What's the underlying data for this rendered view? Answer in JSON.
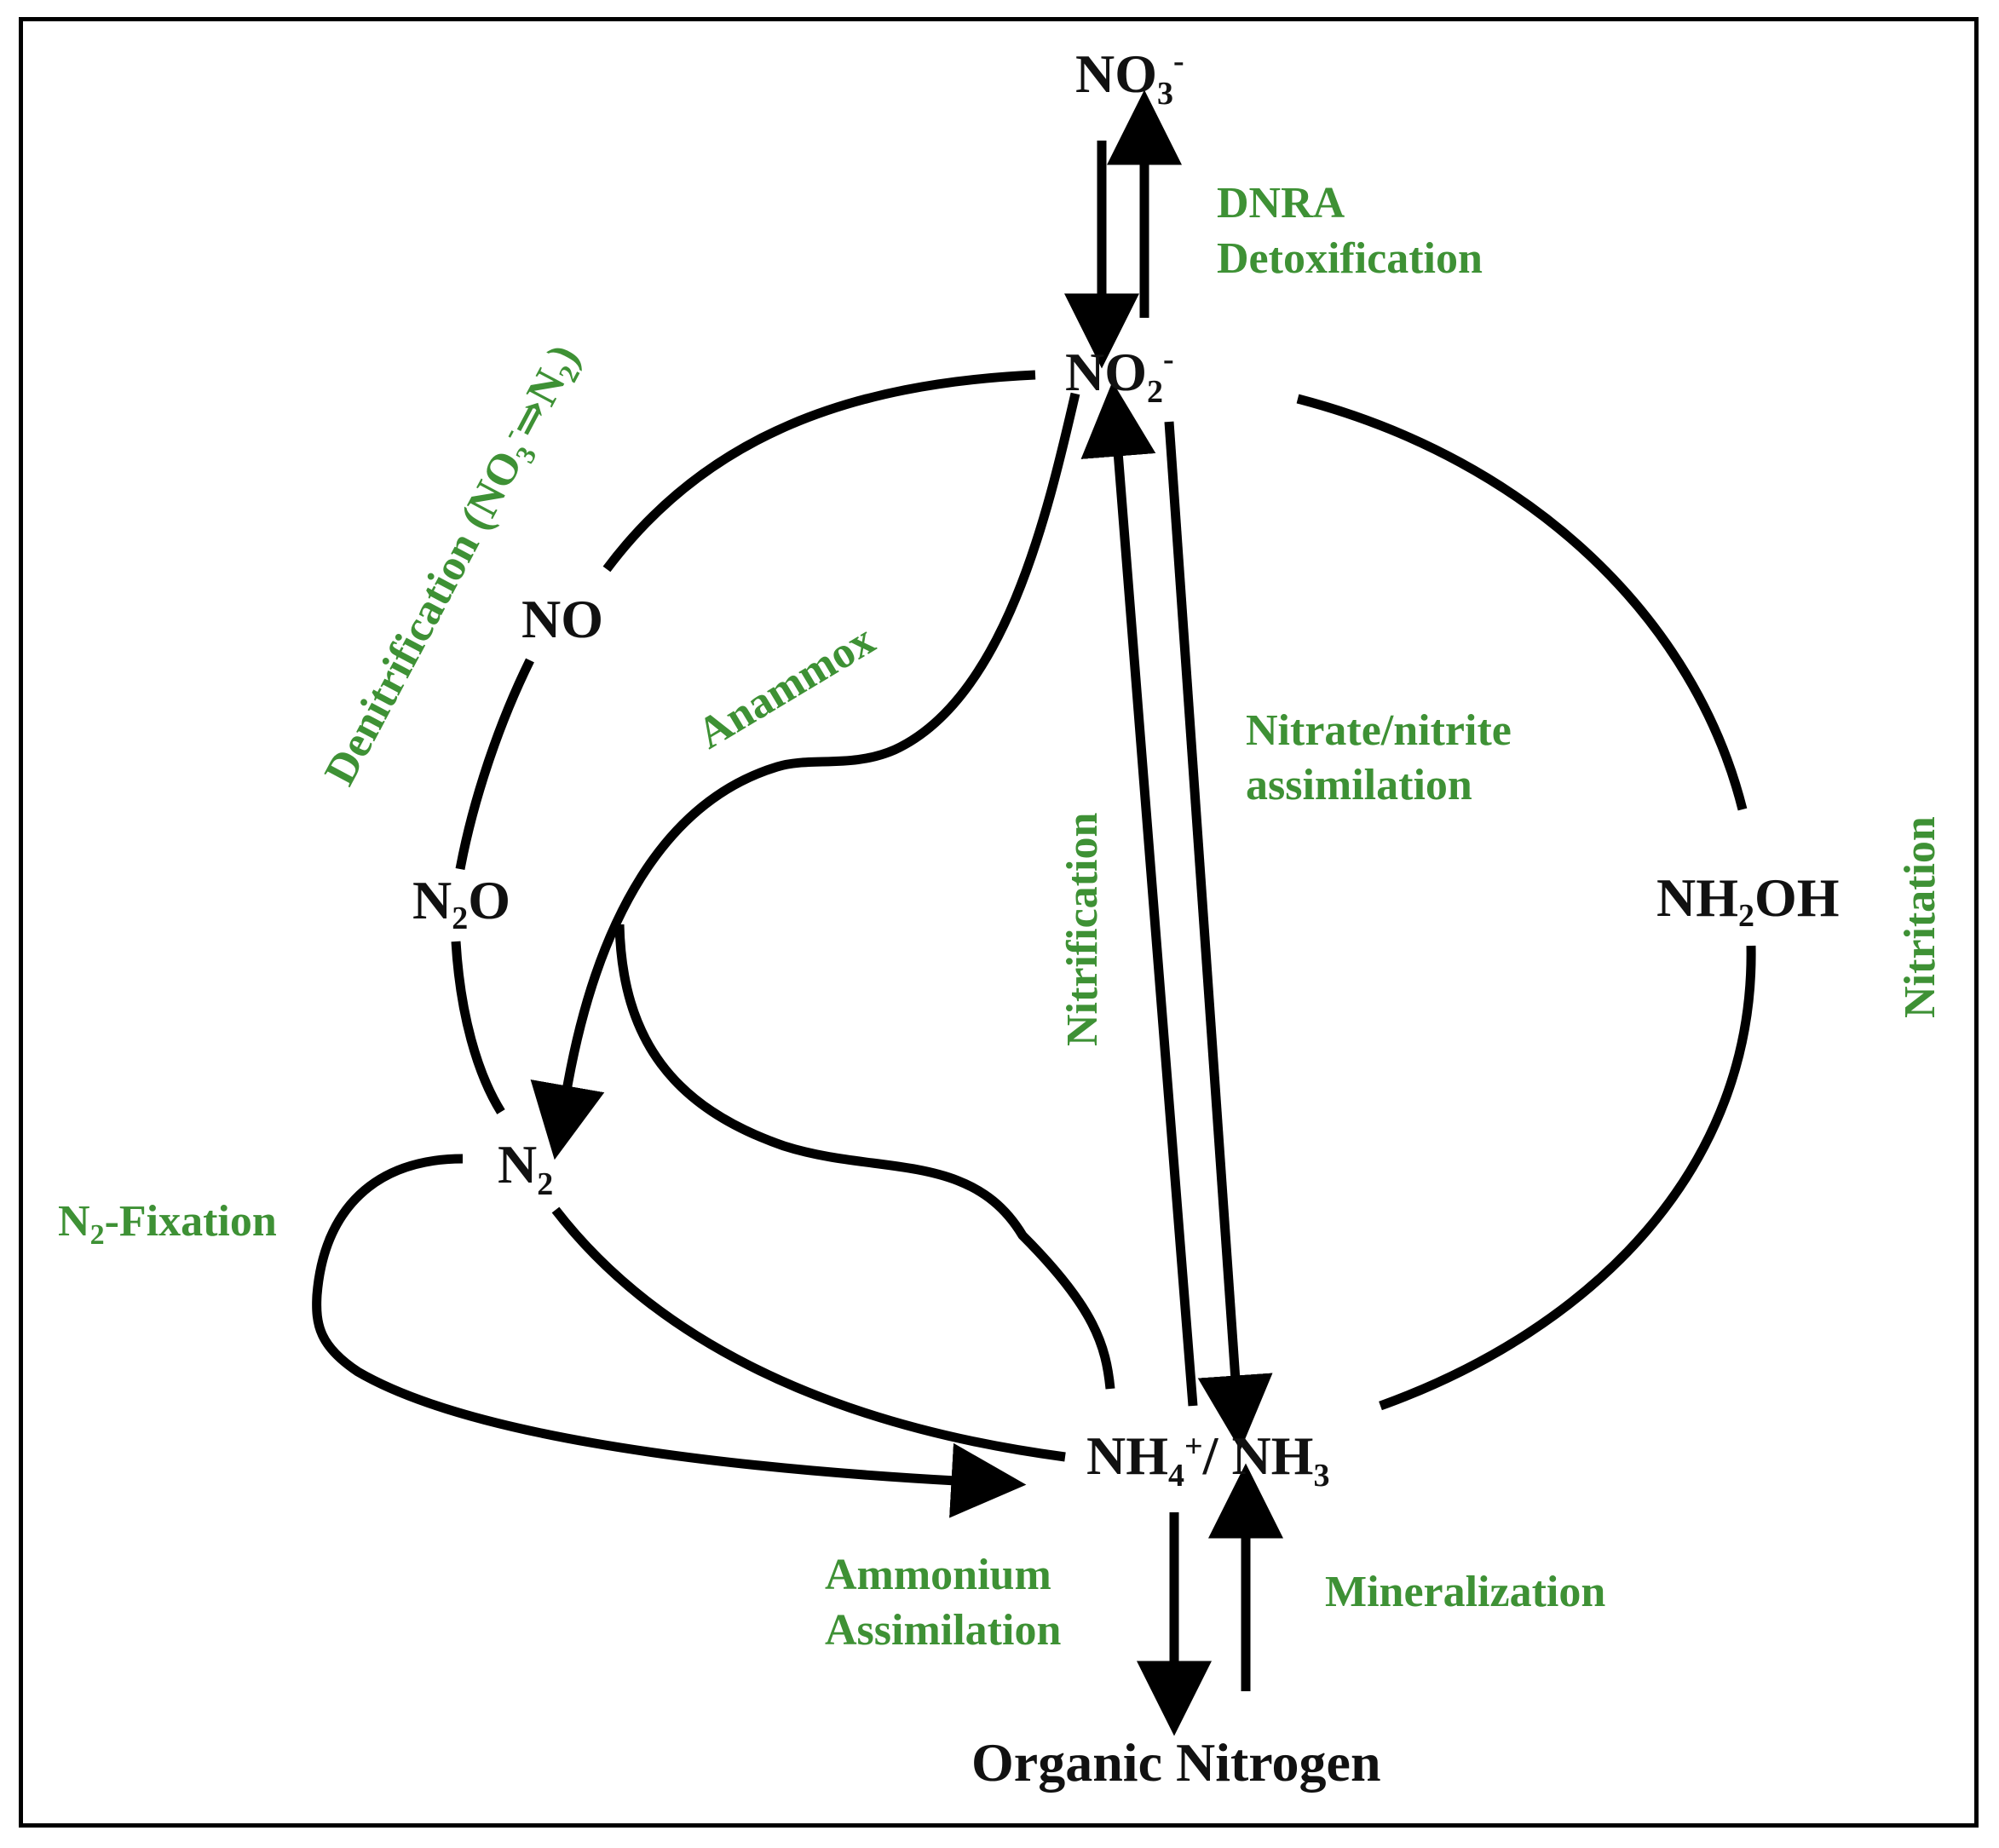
{
  "colors": {
    "process": "#3e9135",
    "species": "#111111",
    "arrow": "#000000"
  },
  "nodes": {
    "no3": {
      "base": "NO",
      "sub": "3",
      "sup": "-"
    },
    "no2": {
      "base": "NO",
      "sub": "2",
      "sup": "-"
    },
    "no": {
      "base": "NO"
    },
    "n2o": {
      "base": "N",
      "sub": "2",
      "tail": "O"
    },
    "n2": {
      "base": "N",
      "sub": "2"
    },
    "nh2oh": {
      "base": "NH",
      "sub": "2",
      "tail": "OH"
    },
    "nh4": {
      "base": "NH",
      "sub": "4",
      "sup": "+",
      "mid": "/ NH",
      "sub2": "3"
    },
    "organic": {
      "text": "Organic Nitrogen"
    }
  },
  "processes": {
    "dnra": "DNRA",
    "detox": "Detoxification",
    "denit": {
      "pre": "Denitrification (NO",
      "sub1": "3",
      "sup1": "-",
      "arrow": "⇒",
      "n": "N",
      "sub2": "2",
      "post": ")"
    },
    "anammox": "Anammox",
    "nitrate_line1": "Nitrate/nitrite",
    "nitrate_line2": "assimilation",
    "nitrification": "Nitrification",
    "nitritation": "Nitritation",
    "fixation": {
      "n": "N",
      "sub": "2",
      "rest": "-Fixation"
    },
    "ammonium_line1": "Ammonium",
    "ammonium_line2": "Assimilation",
    "mineralization": "Mineralization"
  }
}
